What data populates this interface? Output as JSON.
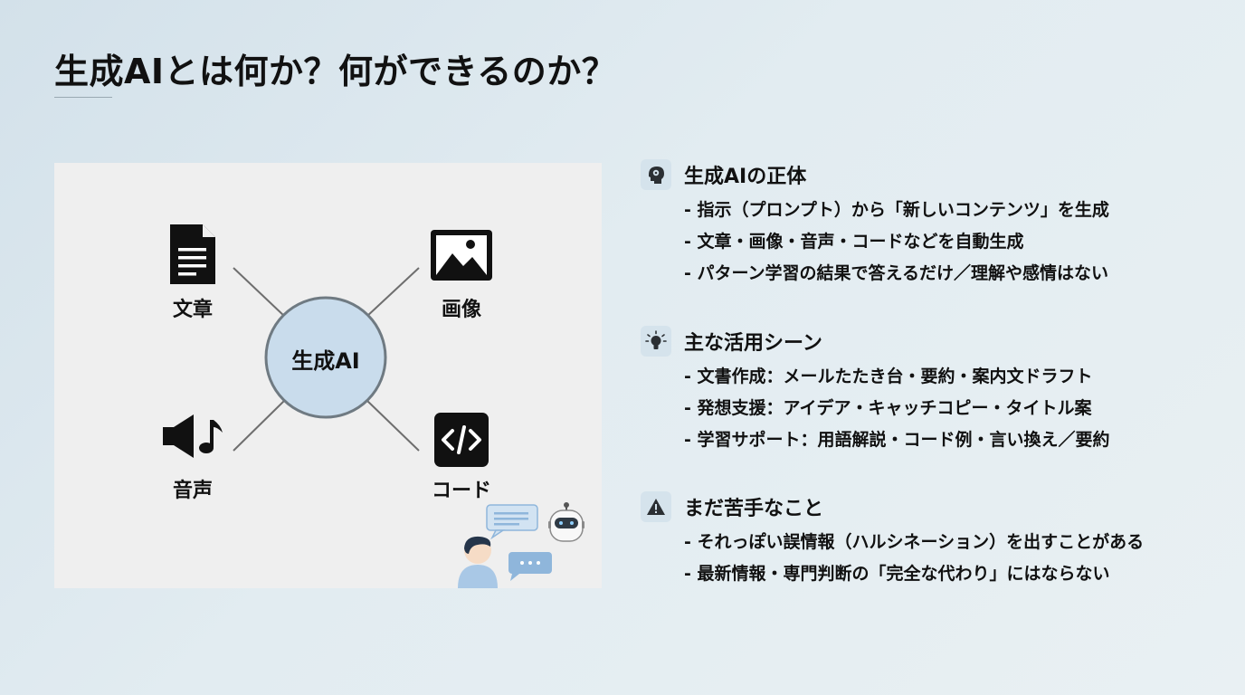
{
  "title": "生成AIとは何か？何ができるのか？",
  "diagram": {
    "center": "生成AI",
    "nodes": {
      "text": "文章",
      "image": "画像",
      "audio": "音声",
      "code": "コード"
    },
    "icons": [
      "document-icon",
      "image-icon",
      "speaker-icon",
      "music-note-icon",
      "code-icon",
      "person-icon",
      "robot-icon",
      "chat-bubble-icon"
    ],
    "colors": {
      "hub_fill": "#c9dcec",
      "hub_stroke": "#6f7a82",
      "accent_blue": "#8fb6db"
    }
  },
  "sections": [
    {
      "icon": "brain-head-icon",
      "title": "生成AIの正体",
      "bullets": [
        "- 指示（プロンプト）から「新しいコンテンツ」を生成",
        "- 文章・画像・音声・コードなどを自動生成",
        "- パターン学習の結果で答えるだけ／理解や感情はない"
      ]
    },
    {
      "icon": "lightbulb-icon",
      "title": "主な活用シーン",
      "bullets": [
        "- 文書作成：メールたたき台・要約・案内文ドラフト",
        "- 発想支援：アイデア・キャッチコピー・タイトル案",
        "- 学習サポート：用語解説・コード例・言い換え／要約"
      ]
    },
    {
      "icon": "warning-icon",
      "title": "まだ苦手なこと",
      "bullets": [
        "- それっぽい誤情報（ハルシネーション）を出すことがある",
        "- 最新情報・専門判断の「完全な代わり」にはならない"
      ]
    }
  ]
}
